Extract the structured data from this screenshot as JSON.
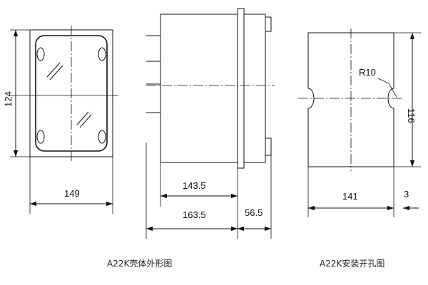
{
  "shell_drawing": {
    "caption": "A22K壳体外形图",
    "dimensions": {
      "height": "124",
      "width": "149",
      "body_depth": "143.5",
      "total_depth": "163.5",
      "terminal_depth": "56.5"
    }
  },
  "cutout_drawing": {
    "caption": "A22K安装开孔图",
    "dimensions": {
      "radius": "R10",
      "height": "116",
      "width": "141",
      "clearance": "3"
    }
  },
  "colors": {
    "line": "#111111",
    "background": "#ffffff"
  }
}
